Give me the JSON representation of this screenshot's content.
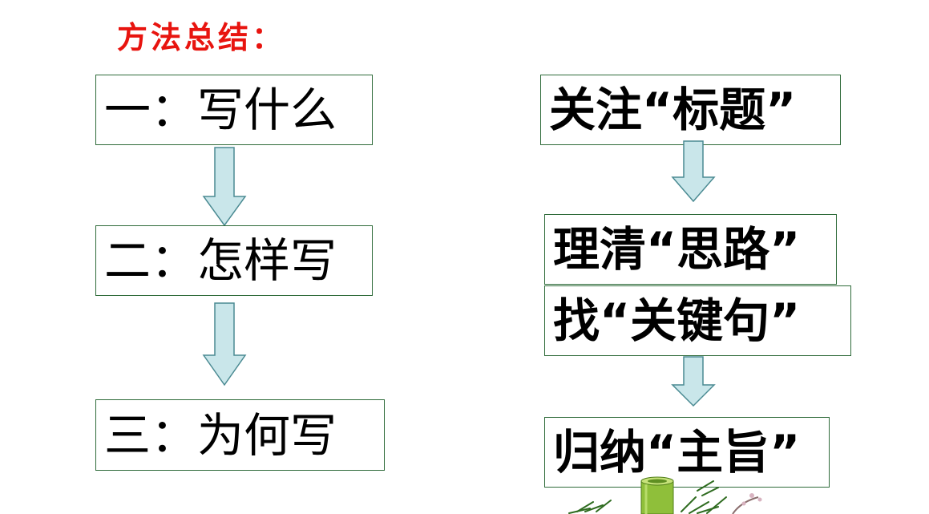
{
  "slide": {
    "title": "方法总结：",
    "left_steps": [
      {
        "label": "一：写什么"
      },
      {
        "label": "二：怎样写"
      },
      {
        "label": "三：为何写"
      }
    ],
    "right_steps": [
      {
        "label": "关注“标题”"
      },
      {
        "label": "理清“思路”"
      },
      {
        "label": "找“关键句”"
      },
      {
        "label": "归纳“主旨”"
      }
    ]
  },
  "colors": {
    "title": "#e8140f",
    "box_border": "#2f6b3a",
    "arrow_fill": "#c9e6ea",
    "arrow_stroke": "#4a8a92"
  }
}
